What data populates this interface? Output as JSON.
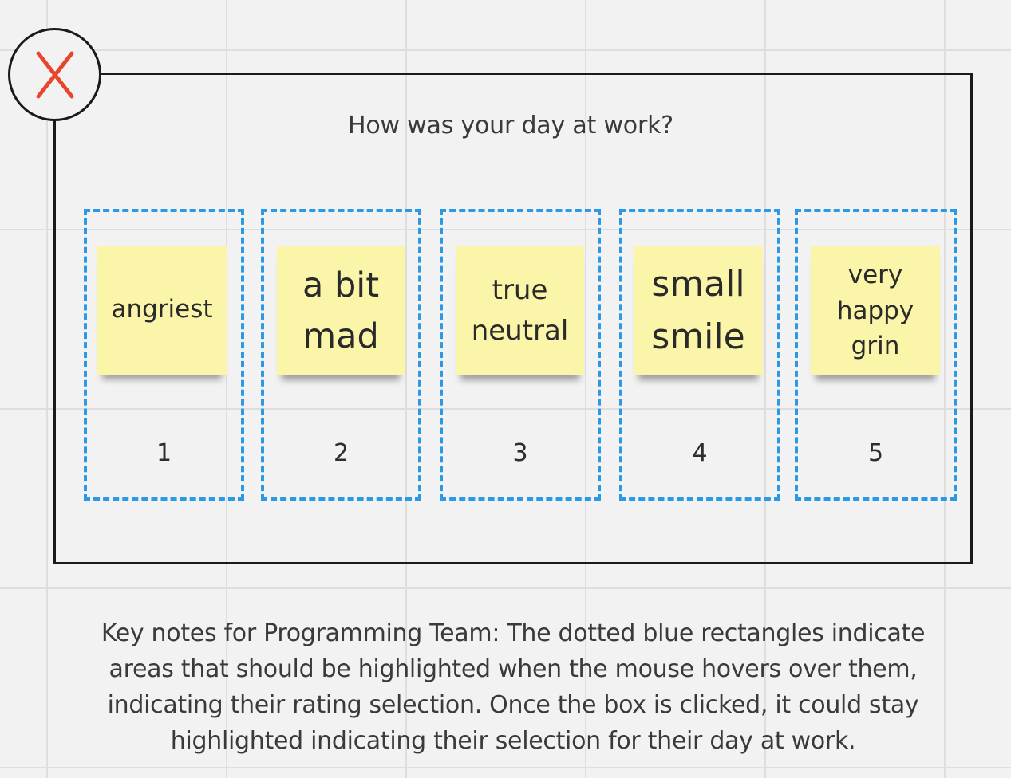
{
  "board": {
    "question": "How was your day at work?",
    "close_icon": "x-icon",
    "accent_color": "#2a9ae6",
    "sticky_color": "#fbf5a9",
    "close_color": "#e8452c",
    "options": [
      {
        "label": "angriest",
        "number": "1"
      },
      {
        "label": "a bit mad",
        "number": "2"
      },
      {
        "label": "true neutral",
        "number": "3"
      },
      {
        "label": "small smile",
        "number": "4"
      },
      {
        "label": "very happy grin",
        "number": "5"
      }
    ],
    "notes": "Key notes for Programming Team: The dotted blue rectangles indicate areas that should be highlighted when the mouse hovers over them, indicating their rating selection. Once the box is clicked, it could stay highlighted indicating their selection for their day at work."
  }
}
